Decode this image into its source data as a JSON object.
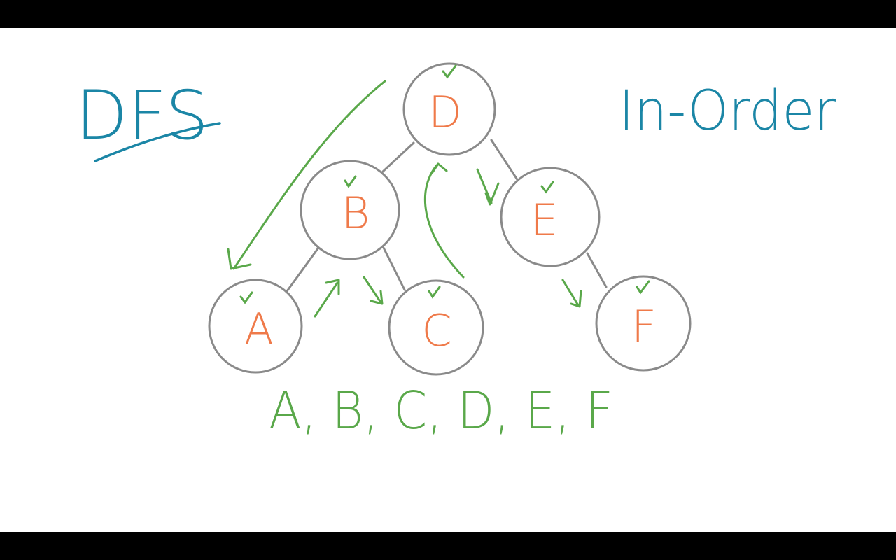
{
  "board": {
    "title": "DFS",
    "subtitle": "In-Order",
    "traversal_order": "A, B, C, D, E, F"
  },
  "tree": {
    "nodes": [
      {
        "id": "D",
        "label": "D",
        "visited": true
      },
      {
        "id": "B",
        "label": "B",
        "visited": true
      },
      {
        "id": "E",
        "label": "E",
        "visited": true
      },
      {
        "id": "A",
        "label": "A",
        "visited": true
      },
      {
        "id": "C",
        "label": "C",
        "visited": true
      },
      {
        "id": "F",
        "label": "F",
        "visited": true
      }
    ],
    "edges": [
      {
        "from": "D",
        "to": "B"
      },
      {
        "from": "D",
        "to": "E"
      },
      {
        "from": "B",
        "to": "A"
      },
      {
        "from": "B",
        "to": "C"
      },
      {
        "from": "E",
        "to": "F"
      }
    ]
  },
  "colors": {
    "title": "#1b86a6",
    "node_letter": "#ef7a4a",
    "node_circle": "#8a8a8a",
    "ink_green": "#5aa84a"
  }
}
